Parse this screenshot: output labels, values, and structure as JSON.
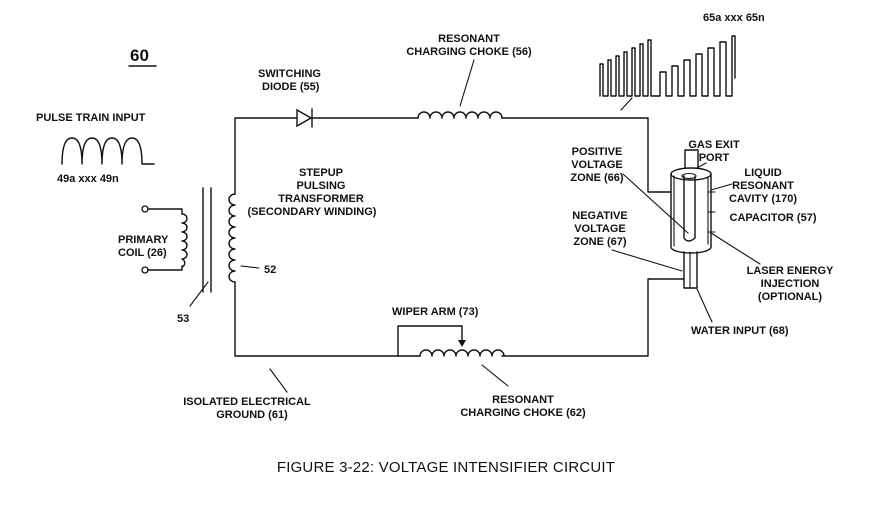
{
  "figure_number": "60",
  "caption": "FIGURE 3-22: VOLTAGE INTENSIFIER CIRCUIT",
  "labels": {
    "pulse_train_input": "PULSE TRAIN INPUT",
    "pulse_range": "49a xxx 49n",
    "primary_coil_1": "PRIMARY",
    "primary_coil_2": "COIL (26)",
    "ref_53": "53",
    "ref_52": "52",
    "transformer_1": "STEPUP",
    "transformer_2": "PULSING",
    "transformer_3": "TRANSFORMER",
    "transformer_4": "(SECONDARY WINDING)",
    "switching_diode_1": "SWITCHING",
    "switching_diode_2": "DIODE (55)",
    "choke56_1": "RESONANT",
    "choke56_2": "CHARGING CHOKE (56)",
    "waveform_range": "65a xxx 65n",
    "gas_exit_1": "GAS EXIT",
    "gas_exit_2": "PORT",
    "cavity_1": "LIQUID",
    "cavity_2": "RESONANT",
    "cavity_3": "CAVITY (170)",
    "capacitor": "CAPACITOR (57)",
    "positive_1": "POSITIVE",
    "positive_2": "VOLTAGE",
    "positive_3": "ZONE (66)",
    "negative_1": "NEGATIVE",
    "negative_2": "VOLTAGE",
    "negative_3": "ZONE (67)",
    "laser_1": "LASER ENERGY",
    "laser_2": "INJECTION",
    "laser_3": "(OPTIONAL)",
    "water_input": "WATER INPUT (68)",
    "wiper_arm": "WIPER ARM (73)",
    "choke62_1": "RESONANT",
    "choke62_2": "CHARGING CHOKE (62)",
    "ground_1": "ISOLATED ELECTRICAL",
    "ground_2": "GROUND (61)"
  }
}
